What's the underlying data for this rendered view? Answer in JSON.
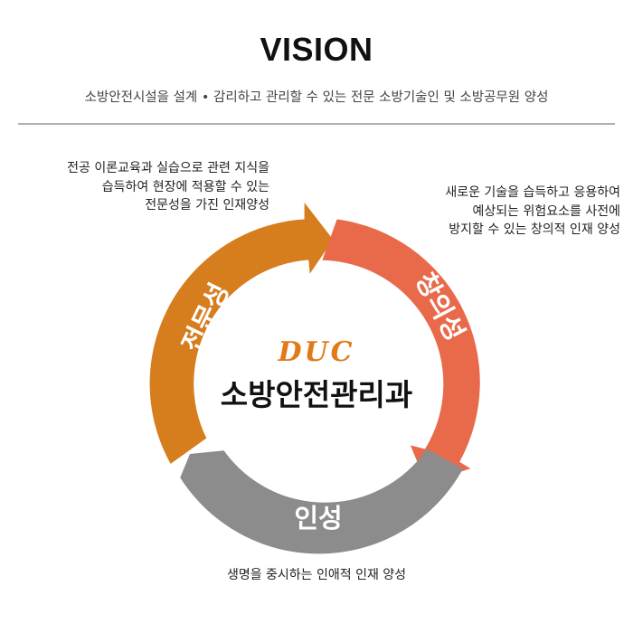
{
  "header": {
    "title": "VISION",
    "subtitle": "소방안전시설을 설계 • 감리하고 관리할 수 있는 전문 소방기술인 및 소방공무원 양성"
  },
  "center": {
    "logo_text": "DUC",
    "department": "소방안전관리과"
  },
  "segments": [
    {
      "label": "전문성",
      "color": "#d67d1e",
      "description": [
        "전공 이론교육과 실습으로 관련 지식을",
        "습득하여 현장에 적용할 수 있는",
        "전문성을 가진 인재양성"
      ]
    },
    {
      "label": "창의성",
      "color": "#e86a4b",
      "description": [
        "새로운 기술을 습득하고 응용하여",
        "예상되는 위험요소를 사전에",
        "방지할 수 있는 창의적 인재 양성"
      ]
    },
    {
      "label": "인성",
      "color": "#8c8c8c",
      "description": [
        "생명을 중시하는 인애적 인재 양성"
      ]
    }
  ]
}
